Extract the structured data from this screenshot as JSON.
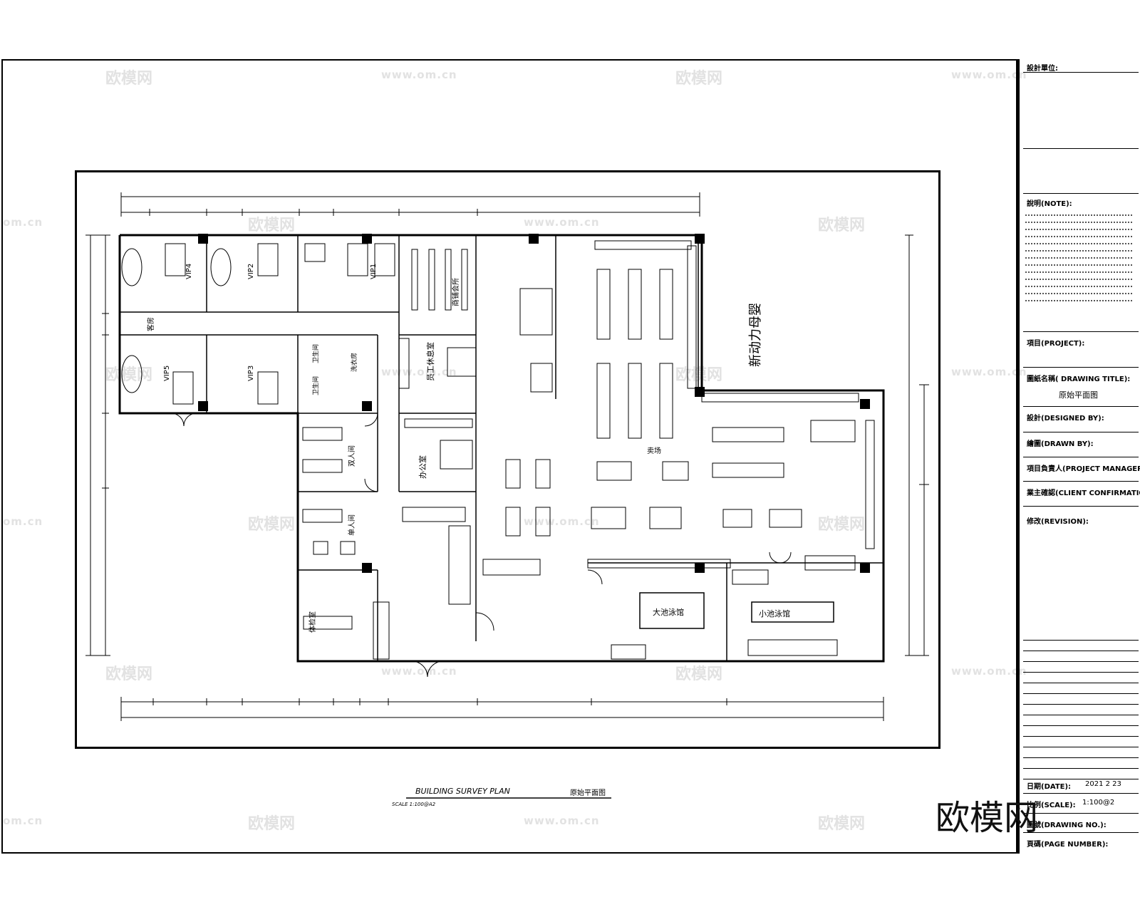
{
  "plan": {
    "rooms": {
      "vip4": "VIP4",
      "vip2": "VIP2",
      "vip1": "VIP1",
      "vip5": "VIP5",
      "vip3": "VIP3",
      "guest_room": "客房",
      "sales_center": "商铺会所",
      "staff_lounge": "员工休息室",
      "office": "办公室",
      "double_room": "双人间",
      "single_room": "单人间",
      "toilet_1": "卫生间",
      "toilet_2": "卫生间",
      "laundry": "洗衣房",
      "testing_room": "体检室",
      "hall": "卖场",
      "big_pool": "大池泳馆",
      "small_pool": "小池泳馆",
      "brand_name": "新动力母婴"
    }
  },
  "caption": {
    "title_en": "BUILDING SURVEY PLAN",
    "title_cn": "原始平面图",
    "scale_text": "SCALE    1:100@A2"
  },
  "title_block": {
    "design_unit": "設計單位:",
    "note_label": "說明(NOTE):",
    "project_label": "項目(PROJECT):",
    "drawing_title_label": "圖紙名稱( DRAWING TITLE):",
    "drawing_title_value": "原始平面图",
    "designed_by": "設計(DESIGNED BY):",
    "drawn_by": "繪圖(DRAWN BY):",
    "project_manager": "項目負責人(PROJECT MANAGER):",
    "client_confirmation": "業主確認(CLIENT CONFIRMATION):",
    "revision": "修改(REVISION):",
    "date_label": "日期(DATE):",
    "date_value": "2021  2  23",
    "scale_label": "比例(SCALE):",
    "scale_value": "1:100@2",
    "drawing_no": "圖號(DRAWING NO.):",
    "page_number": "頁碼(PAGE NUMBER):"
  },
  "watermarks": {
    "brand": "欧模网",
    "url": "www.om.cn",
    "url_short": "om.cn"
  },
  "corner_logo": "欧模网"
}
